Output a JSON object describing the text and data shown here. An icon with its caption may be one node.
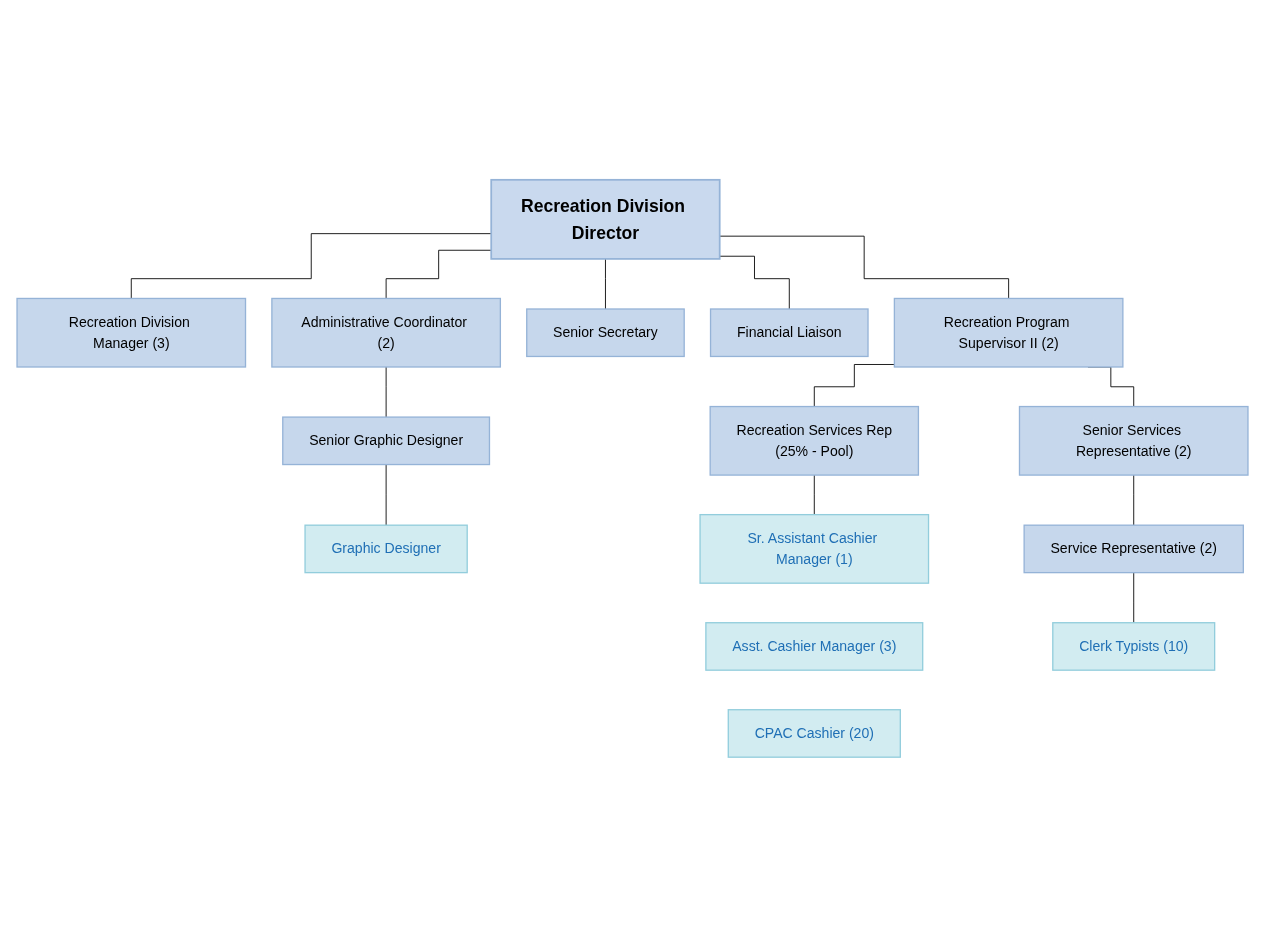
{
  "diagram": {
    "nodes": [
      {
        "text": [
          "Recreation Division Director"
        ]
      },
      {
        "text": [
          "Recreation Division Manager (3)"
        ]
      },
      {
        "text": [
          "Administrative Coordinator (2)"
        ]
      },
      {
        "text": [
          "Senior Secretary"
        ]
      },
      {
        "text": [
          "Financial Liaison"
        ]
      },
      {
        "text": [
          "Recreation Program Supervisor II (2)"
        ]
      },
      {
        "text": [
          "Senior Graphic Designer"
        ]
      },
      {
        "text": [
          "Graphic Designer"
        ]
      },
      {
        "text": [
          "Recreation Services Rep",
          "(25% - Pool)"
        ]
      },
      {
        "text": [
          "Senior Services Representative (2)"
        ]
      },
      {
        "text": [
          "Sr. Assistant Cashier Manager (1)"
        ]
      },
      {
        "text": [
          "Asst. Cashier Manager (3)"
        ]
      },
      {
        "text": [
          "CPAC Cashier (20)"
        ]
      },
      {
        "text": [
          "Service Representative (2)"
        ]
      },
      {
        "text": [
          "Clerk Typists (10)"
        ]
      }
    ],
    "edges": [
      {
        "from": 0,
        "to": 1,
        "arrow": "none"
      },
      {
        "from": 0,
        "to": 2,
        "arrow": "none"
      },
      {
        "from": 0,
        "to": 3,
        "arrow": "none"
      },
      {
        "from": 0,
        "to": 4,
        "arrow": "none"
      },
      {
        "from": 0,
        "to": 5,
        "arrow": "none"
      },
      {
        "from": 2,
        "to": 6,
        "arrow": "none"
      },
      {
        "from": 6,
        "to": 7,
        "arrow": "none"
      },
      {
        "from": 5,
        "to": 8,
        "arrow": "none"
      },
      {
        "from": 5,
        "to": 9,
        "arrow": "none"
      },
      {
        "from": 8,
        "to": 10,
        "arrow": "none"
      },
      {
        "from": 9,
        "to": 13,
        "arrow": "none"
      },
      {
        "from": 13,
        "to": 14,
        "arrow": "none"
      }
    ]
  }
}
